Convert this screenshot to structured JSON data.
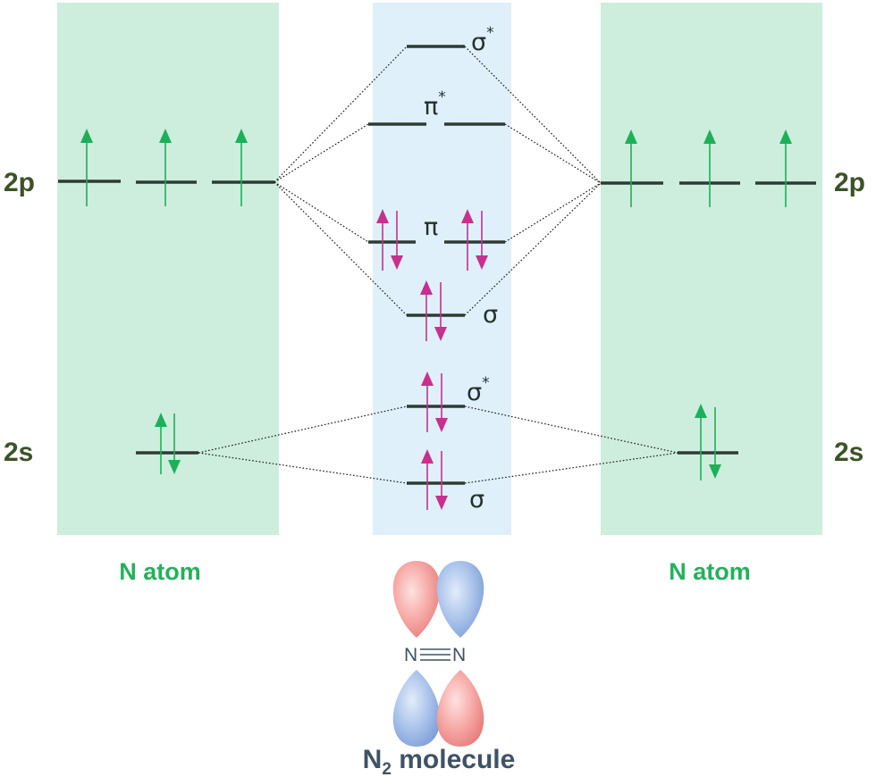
{
  "diagram": {
    "left_atom": {
      "label": "N atom",
      "level_2p": "2p",
      "level_2s": "2s"
    },
    "right_atom": {
      "label": "N atom",
      "level_2p": "2p",
      "level_2s": "2s"
    },
    "molecule": {
      "label_main": "N",
      "label_sub": "2",
      "label_rest": " molecule",
      "formula_left": "N",
      "formula_bond": "≡",
      "formula_right": "N"
    },
    "molecular_orbitals": {
      "sigma_star_2p": {
        "symbol": "σ",
        "sup": "*"
      },
      "pi_star_2p": {
        "symbol": "π",
        "sup": "*"
      },
      "pi_2p": {
        "symbol": "π"
      },
      "sigma_2p": {
        "symbol": "σ"
      },
      "sigma_star_2s": {
        "symbol": "σ",
        "sup": "*"
      },
      "sigma_2s": {
        "symbol": "σ"
      }
    },
    "colors": {
      "atom_panel": "#cdeedd",
      "molecule_panel": "#dff0fb",
      "atom_electron": "#1db05a",
      "molecule_electron": "#c8308e",
      "level_line": "#2e3b35",
      "lobe_red": "#f29a9a",
      "lobe_blue": "#9bb9e6"
    }
  }
}
